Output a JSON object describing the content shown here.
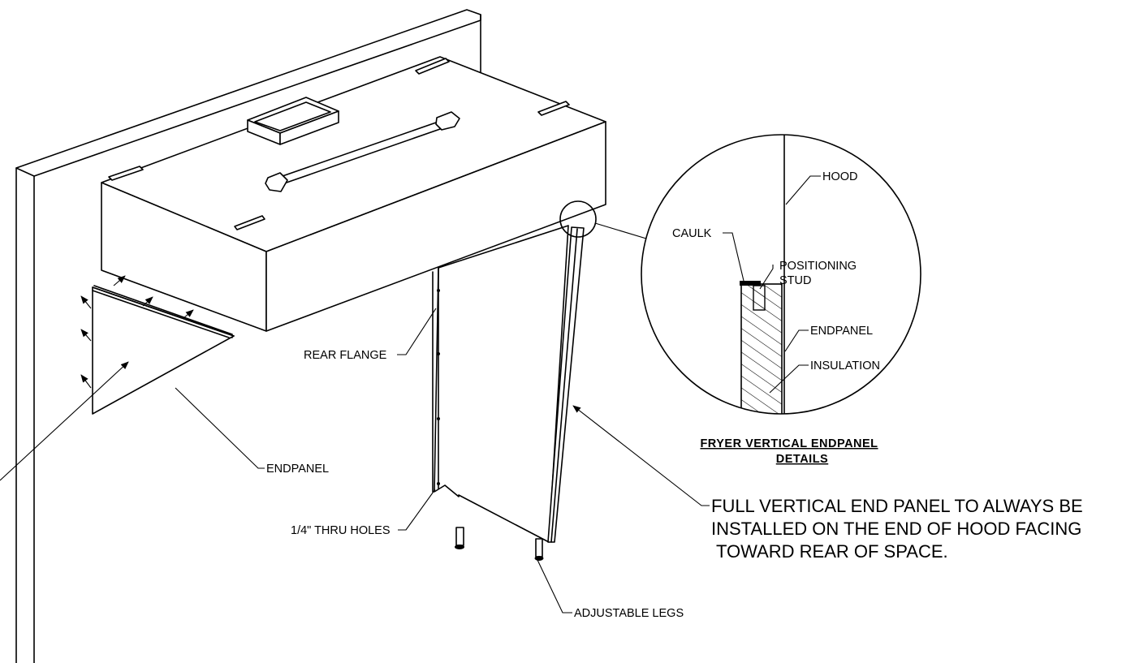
{
  "labels": {
    "hood": "HOOD",
    "caulk": "CAULK",
    "positioning_stud_1": "POSITIONING",
    "positioning_stud_2": "STUD",
    "endpanel_detail": "ENDPANEL",
    "insulation": "INSULATION",
    "rear_flange": "REAR FLANGE",
    "endpanel": "ENDPANEL",
    "thru_holes": "1/4\" THRU HOLES",
    "adjustable_legs": "ADJUSTABLE LEGS"
  },
  "detail_title": {
    "line1": "FRYER  VERTICAL  ENDPANEL",
    "line2": "DETAILS"
  },
  "note": {
    "line1": "FULL VERTICAL END PANEL TO ALWAYS BE",
    "line2": "INSTALLED ON THE END OF HOOD FACING",
    "line3": "TOWARD REAR OF SPACE."
  }
}
